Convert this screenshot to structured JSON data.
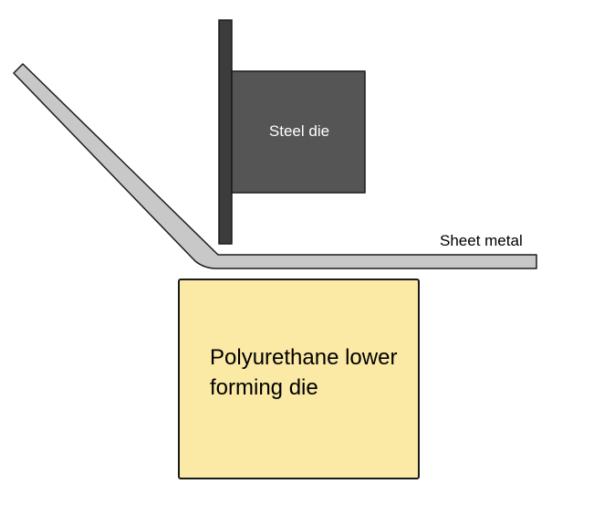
{
  "labels": {
    "steel_die": "Steel die",
    "sheet_metal": "Sheet metal",
    "polyurethane_die": "Polyurethane lower forming die"
  },
  "colors": {
    "steel_die_fill": "#555555",
    "steel_die_plate": "#3c3c3c",
    "sheet_metal_fill": "#c8c8c8",
    "polyurethane_fill": "#fbe9a6",
    "outline": "#1a1a1a"
  }
}
